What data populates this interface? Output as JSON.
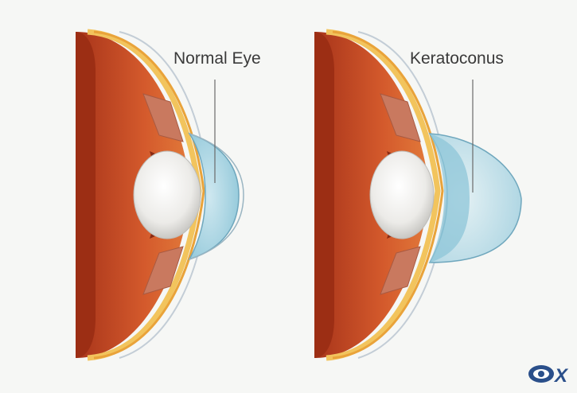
{
  "labels": {
    "normal": "Normal Eye",
    "keratoconus": "Keratoconus"
  },
  "logo": {
    "text": "X"
  },
  "colors": {
    "background": "#f6f7f5",
    "sclera_outer": "#f3c560",
    "choroid": "#d85a2a",
    "retina_dark": "#b23a16",
    "iris": "#c8765a",
    "lens": "#f0f0ee",
    "cornea": "#8fc9dc",
    "cornea_light": "#b9dce8",
    "logo_blue": "#2a4f8a"
  }
}
